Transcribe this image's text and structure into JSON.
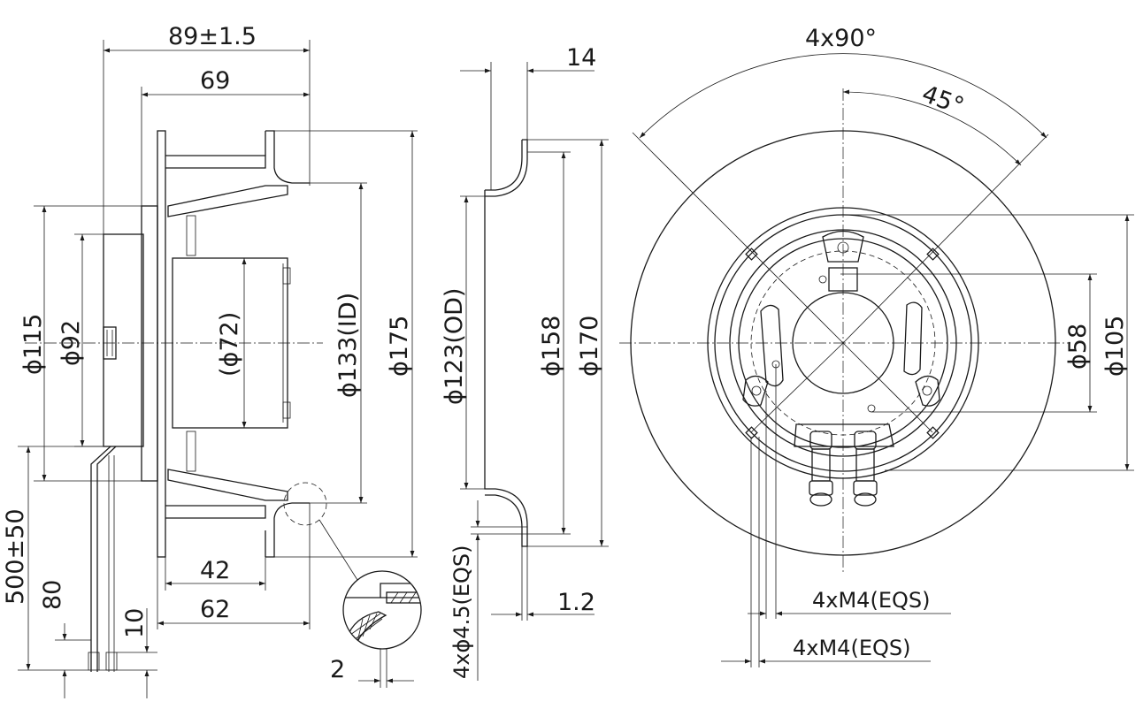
{
  "side_view": {
    "overall_depth": "89±1.5",
    "depth_69": "69",
    "dia_115": "ϕ115",
    "dia_92": "ϕ92",
    "dia_72": "(ϕ72)",
    "dia_133": "ϕ133(ID)",
    "dia_175": "ϕ175",
    "dim_42": "42",
    "dim_62": "62",
    "cable_length": "500±50",
    "cable_80": "80",
    "cable_10": "10",
    "detail_2": "2"
  },
  "section_view": {
    "dim_14": "14",
    "dia_123": "ϕ123(OD)",
    "dia_158": "ϕ158",
    "dia_170": "ϕ170",
    "holes": "4xϕ4.5(EQS)",
    "thickness": "1.2"
  },
  "front_view": {
    "angle_90": "4x90°",
    "angle_45": "45°",
    "dia_58": "ϕ58",
    "dia_105": "ϕ105",
    "thread_1": "4xM4(EQS)",
    "thread_2": "4xM4(EQS)"
  }
}
